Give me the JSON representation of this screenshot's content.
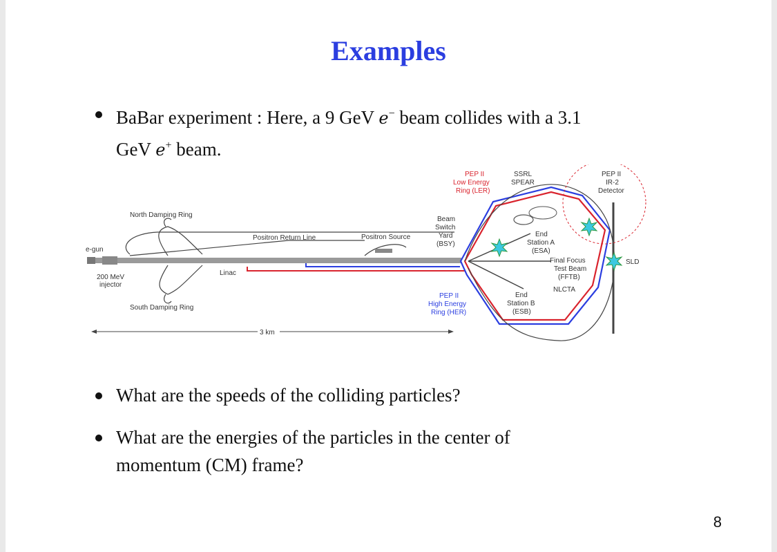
{
  "slide": {
    "title": "Examples",
    "page_number": "8",
    "bullet1": {
      "line1_a": "BaBar experiment : Here, a 9 GeV ",
      "e": "e",
      "minus": "−",
      "line1_b": " beam collides with a 3.1",
      "line2_a": "GeV ",
      "plus": "+",
      "line2_b": " beam."
    },
    "bullet2": "What are the speeds of the colliding particles?",
    "bullet3_line1": "What are the energies of the particles in the center of",
    "bullet3_line2": "momentum (CM) frame?"
  },
  "diagram": {
    "labels": {
      "north_ring": "North Damping Ring",
      "south_ring": "South Damping Ring",
      "egun": "e-gun",
      "injector1": "200 MeV",
      "injector2": "injector",
      "linac": "Linac",
      "positron_return": "Positron Return Line",
      "positron_source": "Positron Source",
      "bsy1": "Beam",
      "bsy2": "Switch",
      "bsy3": "Yard",
      "bsy4": "(BSY)",
      "ler1": "PEP II",
      "ler2": "Low Energy",
      "ler3": "Ring (LER)",
      "ssrl1": "SSRL",
      "ssrl2": "SPEAR",
      "ir1": "PEP II",
      "ir2": "IR-2",
      "ir3": "Detector",
      "esa1": "End",
      "esa2": "Station A",
      "esa3": "(ESA)",
      "fftb1": "Final Focus",
      "fftb2": "Test Beam",
      "fftb3": "(FFTB)",
      "nlcta": "NLCTA",
      "esb1": "End",
      "esb2": "Station B",
      "esb3": "(ESB)",
      "her1": "PEP II",
      "her2": "High Energy",
      "her3": "Ring (HER)",
      "sld": "SLD",
      "scale": "3 km"
    },
    "colors": {
      "red": "#d9232d",
      "blue": "#2b3ee0",
      "gray": "#9a9a9a"
    }
  }
}
